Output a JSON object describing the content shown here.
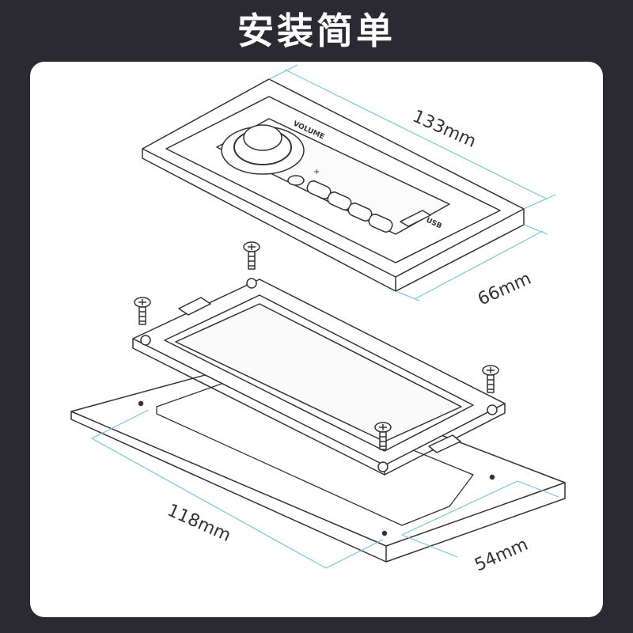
{
  "header": {
    "title": "安装简单"
  },
  "device": {
    "knob_label": "VOLUME",
    "plus_sign": "+",
    "usb_label": "USB"
  },
  "dimensions": {
    "device_length": "133mm",
    "device_width": "66mm",
    "cutout_length": "118mm",
    "cutout_width": "54mm"
  },
  "colors": {
    "background": "#2b2a33",
    "panel": "#ffffff",
    "line": "#333333",
    "dimension_line": "#7cc6d6"
  },
  "icons": [
    "screw-icon",
    "volume-knob-icon",
    "usb-port-icon"
  ]
}
